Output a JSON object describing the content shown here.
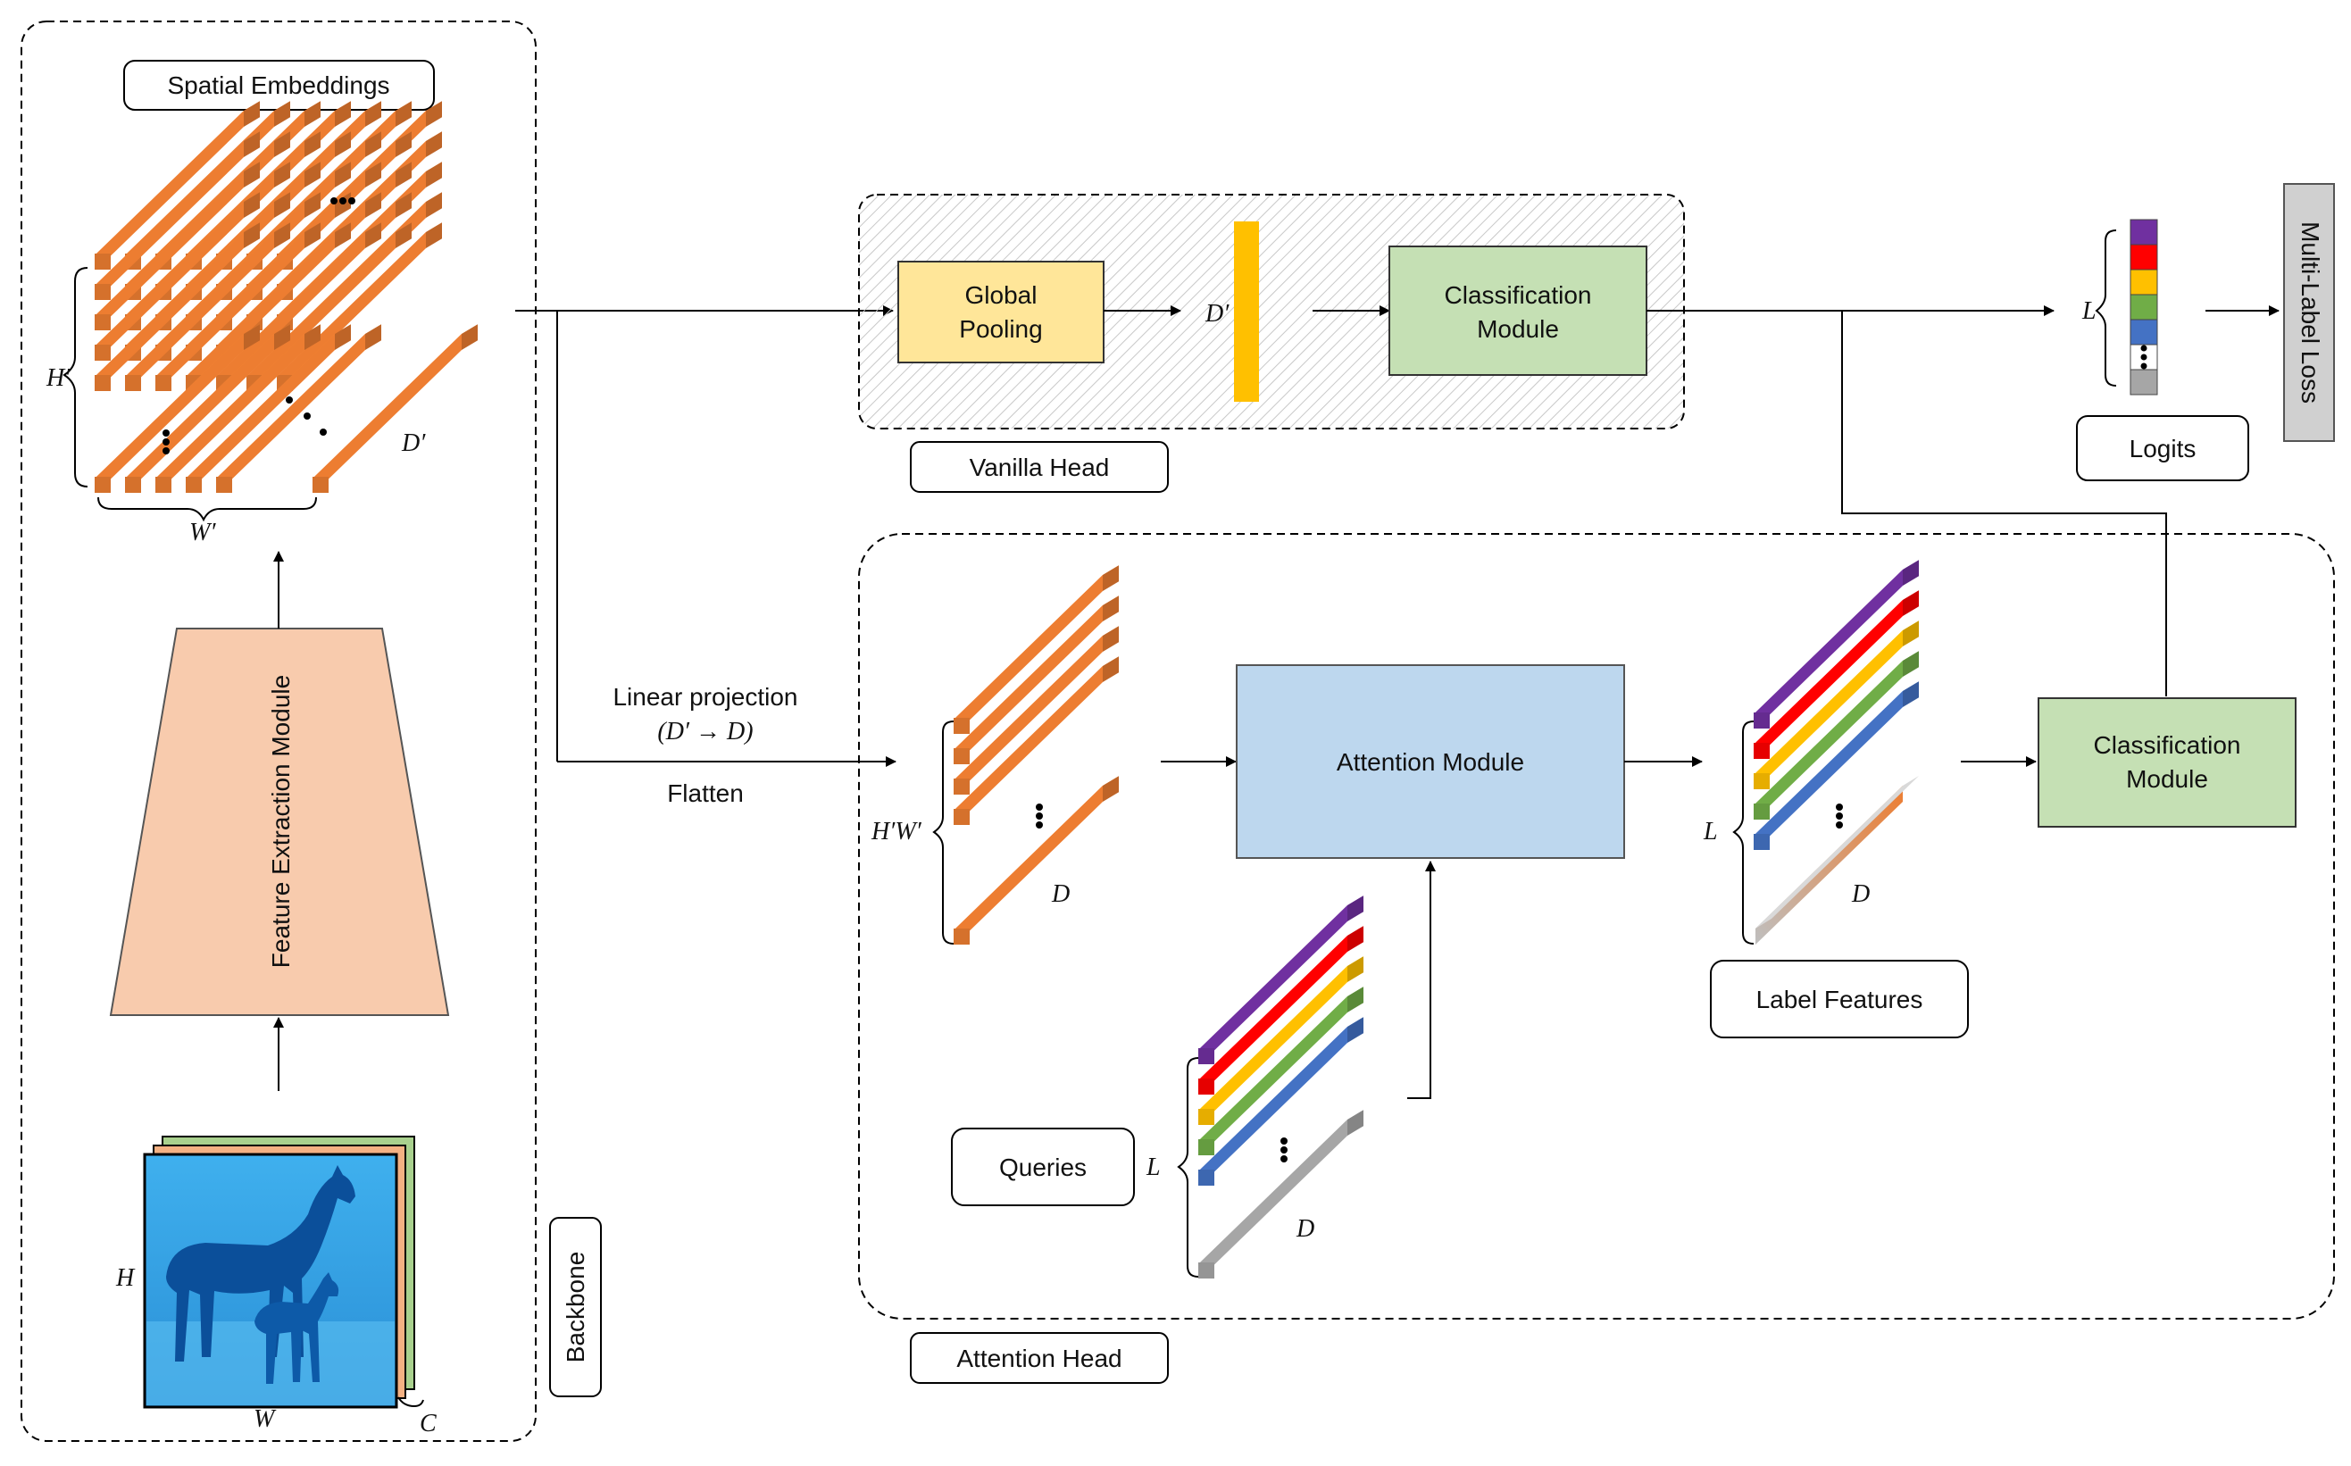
{
  "labels": {
    "spatial_embeddings": "Spatial Embeddings",
    "vanilla_head": "Vanilla Head",
    "attention_head": "Attention Head",
    "backbone": "Backbone",
    "logits": "Logits",
    "multi_label_loss": "Multi-Label Loss",
    "label_features": "Label Features",
    "queries": "Queries",
    "feature_extraction": "Feature Extraction Module",
    "global_pooling": [
      "Global",
      "Pooling"
    ],
    "classification_module": [
      "Classification",
      "Module"
    ],
    "attention_module": "Attention Module",
    "linear_projection": "Linear projection",
    "projection_formula": "(D′ → D)",
    "flatten": "Flatten"
  },
  "symbols": {
    "H_prime": "H′",
    "W_prime": "W′",
    "D_prime": "D′",
    "D": "D",
    "L": "L",
    "HW_prime": "H′W′",
    "H": "H",
    "W": "W",
    "C": "C"
  },
  "colors": {
    "orange_bar": "#ED7D31",
    "pooling_fill": "#FFE699",
    "classification_fill": "#C5E0B4",
    "attention_fill": "#BDD7EE",
    "feature_extraction_fill": "#F8CBAD",
    "gold_vector": "#FFC000",
    "loss_fill": "#D0D0D0",
    "label_colors": [
      "#7030A0",
      "#FF0000",
      "#FFC000",
      "#70AD47",
      "#4472C4"
    ],
    "placeholder_gray": "#A6A6A6"
  }
}
